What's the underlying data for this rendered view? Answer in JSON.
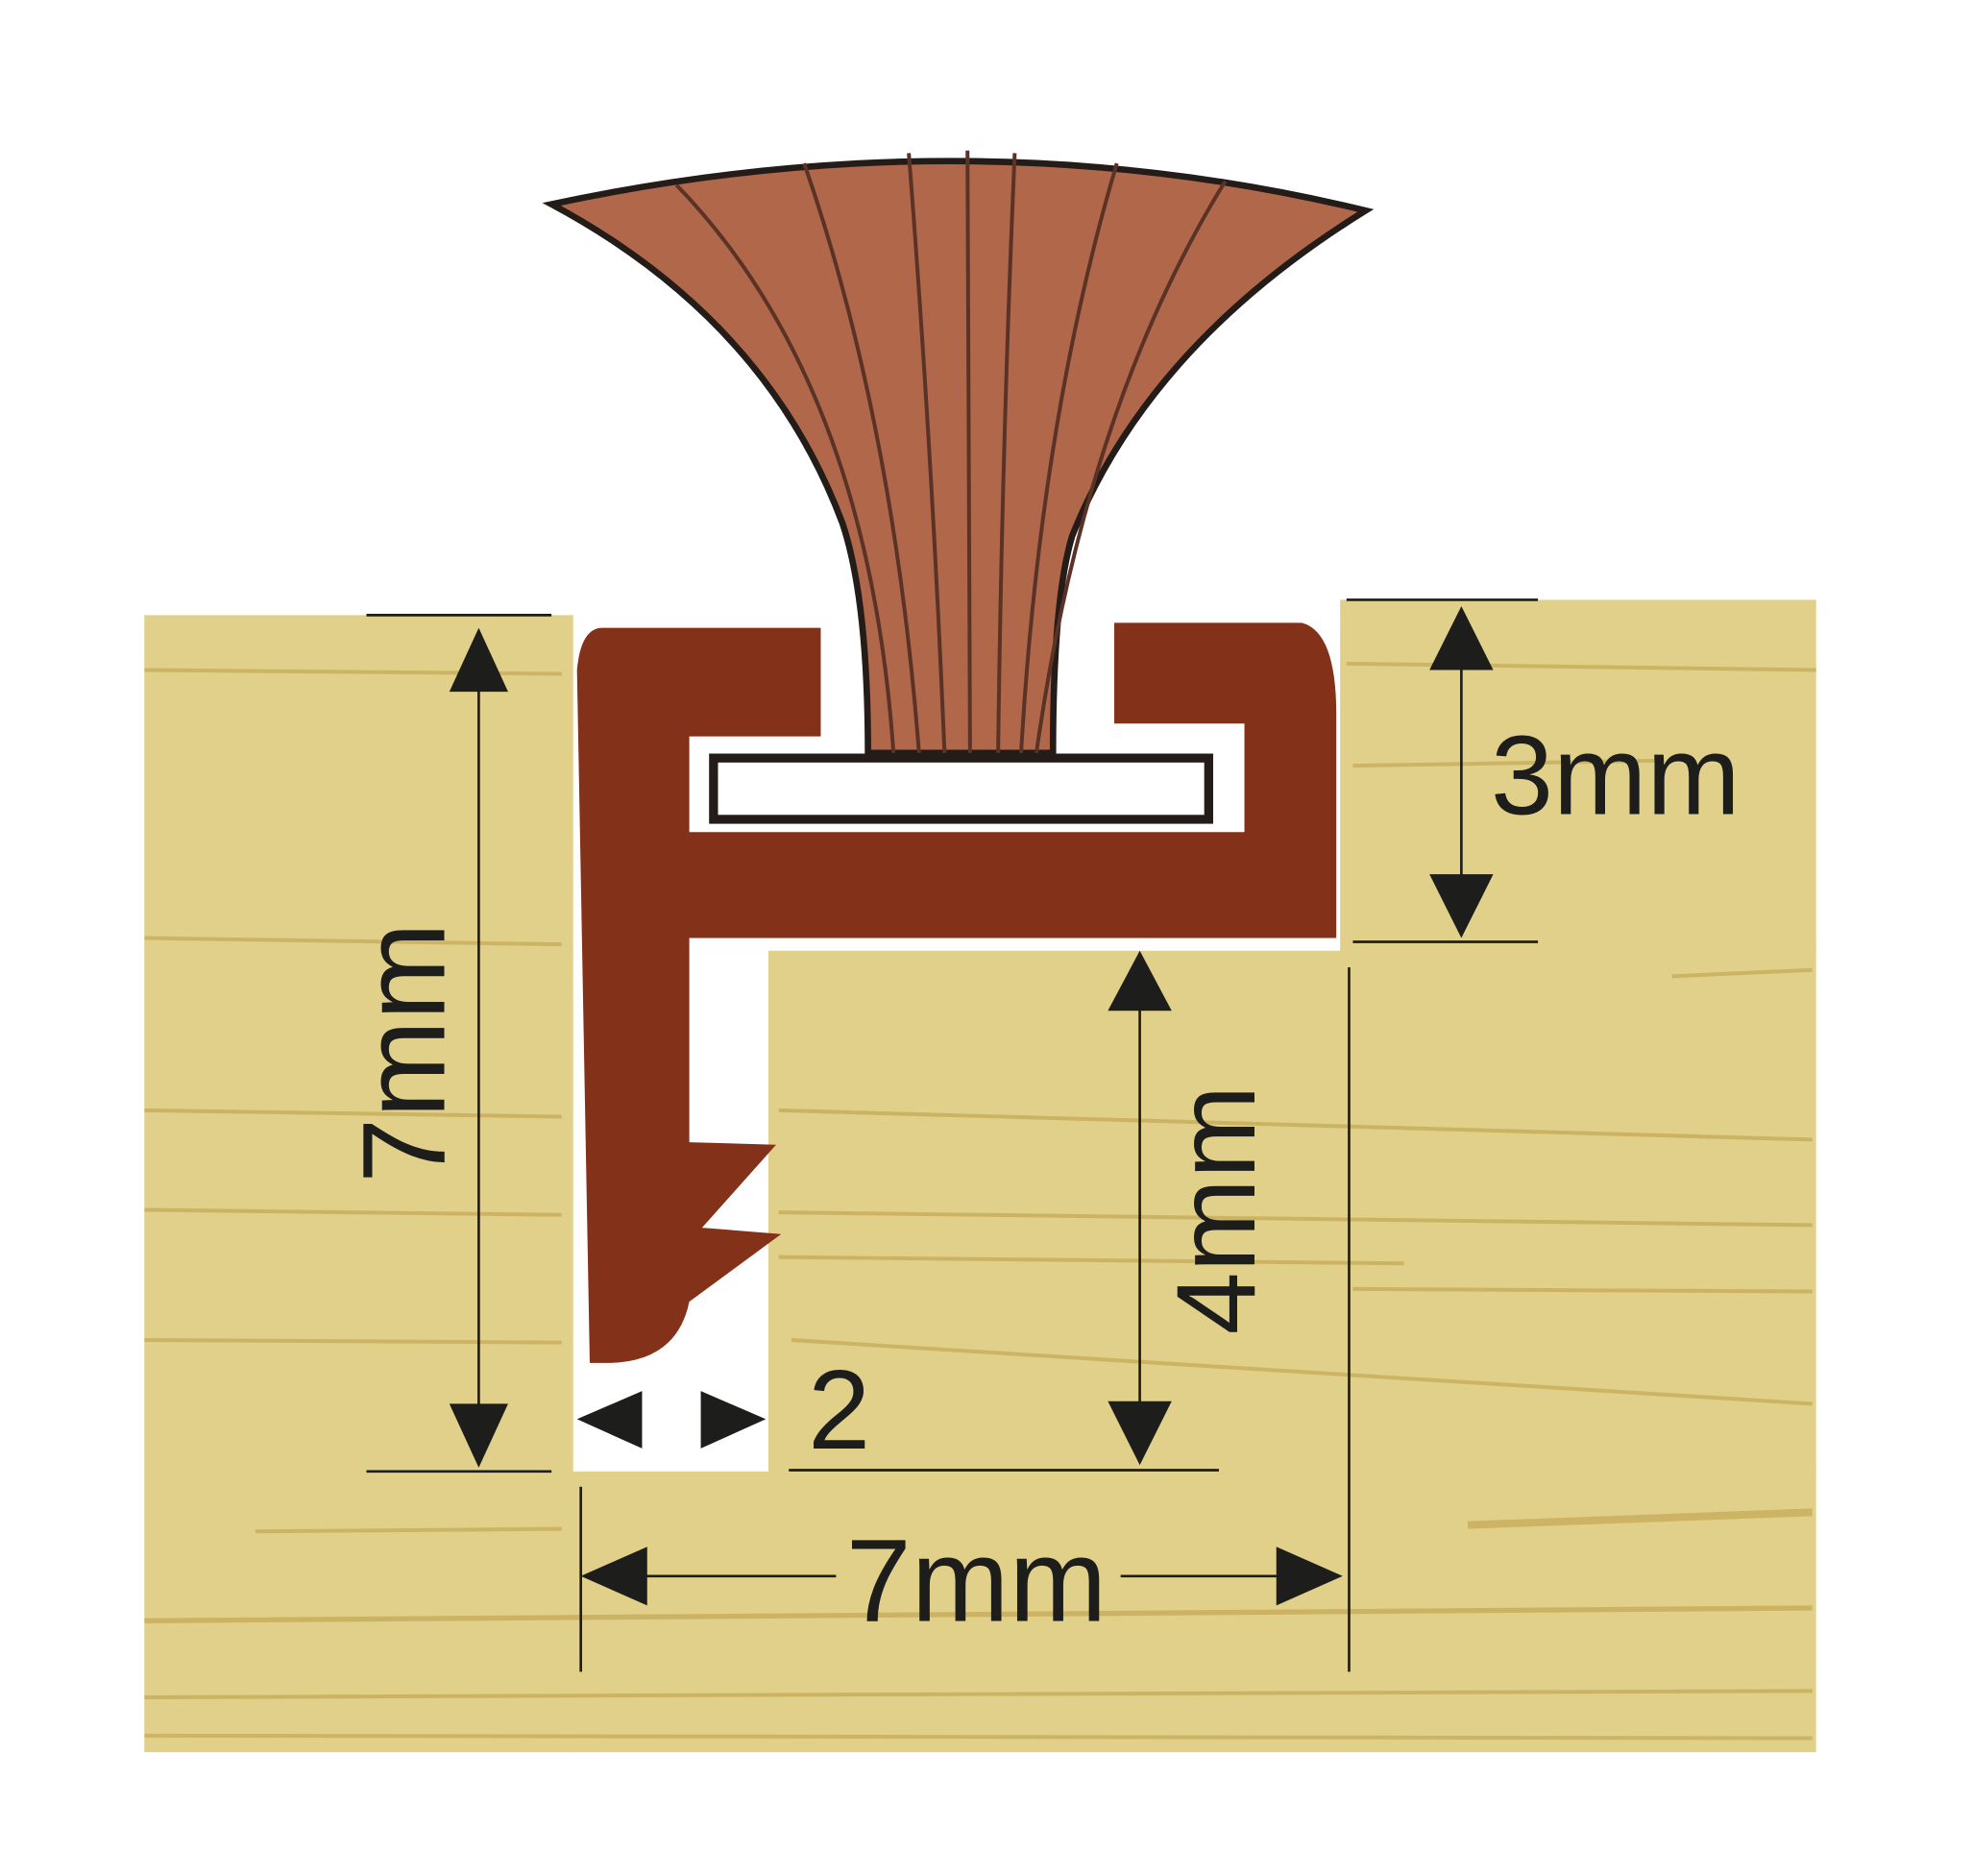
{
  "colors": {
    "wood": "#e0d08a",
    "wood_grain": "#c8ad5a",
    "profile": "#84311a",
    "brush": "#b0674a",
    "outline": "#231c18",
    "dimension": "#1d1d1b"
  },
  "labels": {
    "left_height": "7mm",
    "top_right_depth": "3mm",
    "inner_height": "4mm",
    "gap_width": "2",
    "bottom_width": "7mm"
  }
}
